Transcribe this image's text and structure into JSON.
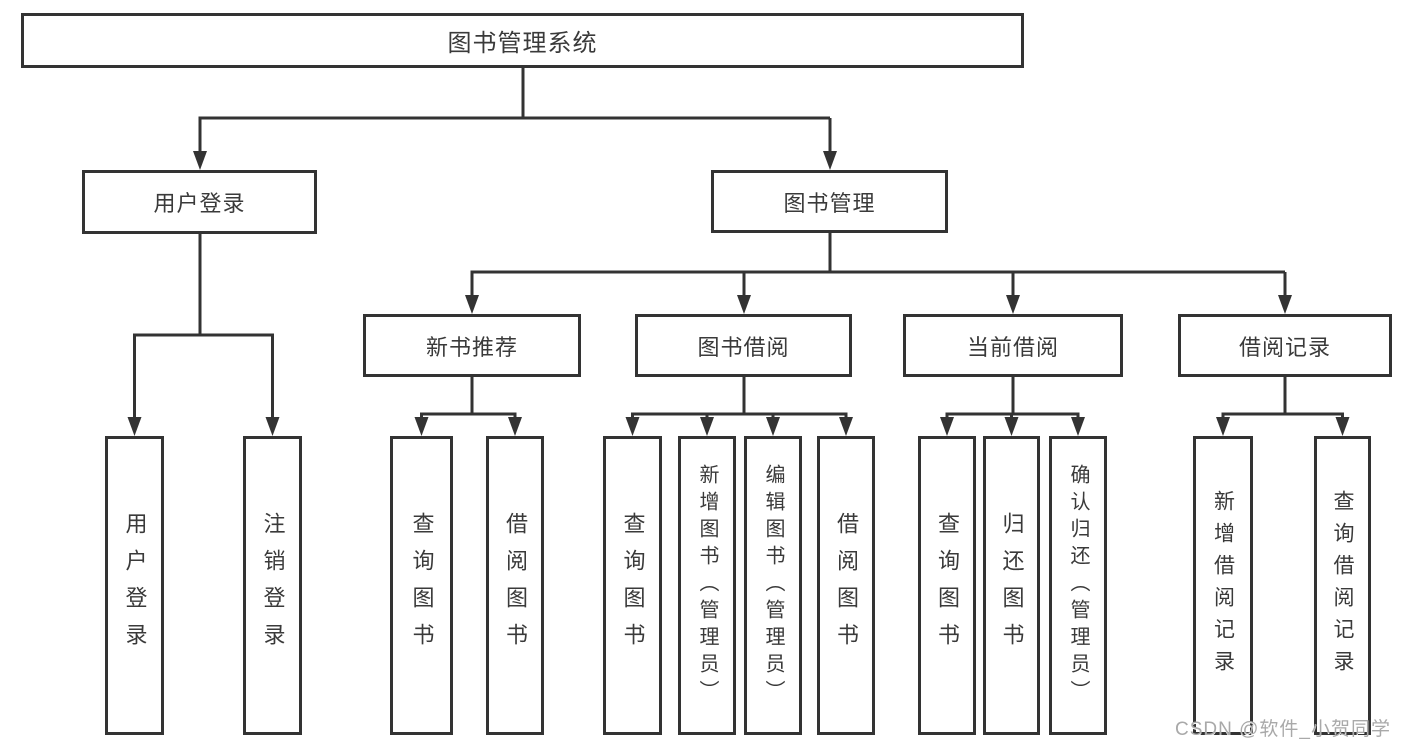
{
  "diagram": {
    "type": "hierarchy-tree",
    "root": {
      "label": "图书管理系统"
    },
    "branches": [
      {
        "label": "用户登录",
        "children": [
          {
            "label": "用户登录"
          },
          {
            "label": "注销登录"
          }
        ]
      },
      {
        "label": "图书管理",
        "children": [
          {
            "label": "新书推荐",
            "children": [
              {
                "label": "查询图书"
              },
              {
                "label": "借阅图书"
              }
            ]
          },
          {
            "label": "图书借阅",
            "children": [
              {
                "label": "查询图书"
              },
              {
                "label": "新增图书（管理员）"
              },
              {
                "label": "编辑图书（管理员）"
              },
              {
                "label": "借阅图书"
              }
            ]
          },
          {
            "label": "当前借阅",
            "children": [
              {
                "label": "查询图书"
              },
              {
                "label": "归还图书"
              },
              {
                "label": "确认归还（管理员）"
              }
            ]
          },
          {
            "label": "借阅记录",
            "children": [
              {
                "label": "新增借阅记录"
              },
              {
                "label": "查询借阅记录"
              }
            ]
          }
        ]
      }
    ]
  },
  "watermark": {
    "text": "CSDN @软件_小贺同学"
  },
  "colors": {
    "line": "#333333",
    "box_border": "#333333",
    "box_fill": "#ffffff",
    "text": "#3a3a3a",
    "watermark_text": "#a9a9a9",
    "background": "#ffffff"
  }
}
